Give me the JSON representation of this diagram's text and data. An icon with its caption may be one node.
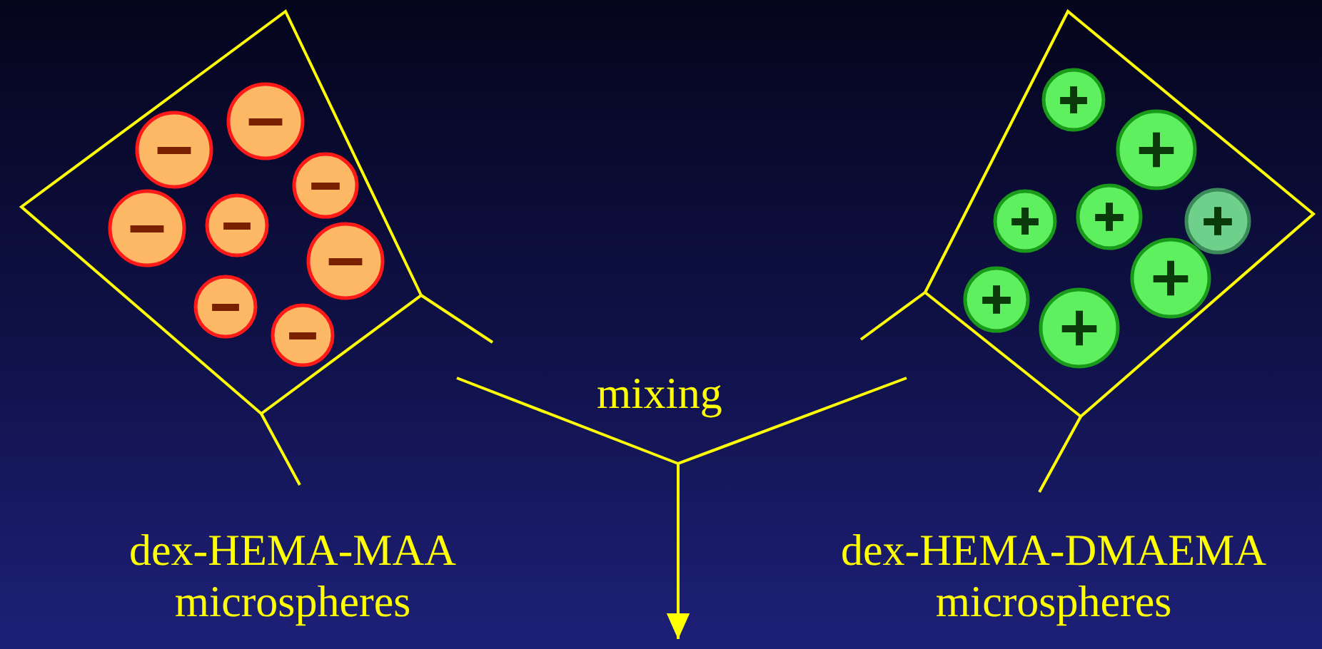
{
  "diagram": {
    "nodes": [
      {
        "text": [],
        "shape": "picture"
      },
      {
        "text": [],
        "shape": "picture"
      },
      {
        "text": [
          "dex-HEMA-MAA microspheres"
        ]
      },
      {
        "text": [
          "dex-HEMA-DMAEMA microspheres"
        ]
      }
    ],
    "edges": [
      {
        "from": 0,
        "to": null,
        "arrow": "to"
      },
      {
        "from": 1,
        "to": null,
        "arrow": "to"
      }
    ],
    "labels": [
      "mixing"
    ]
  }
}
